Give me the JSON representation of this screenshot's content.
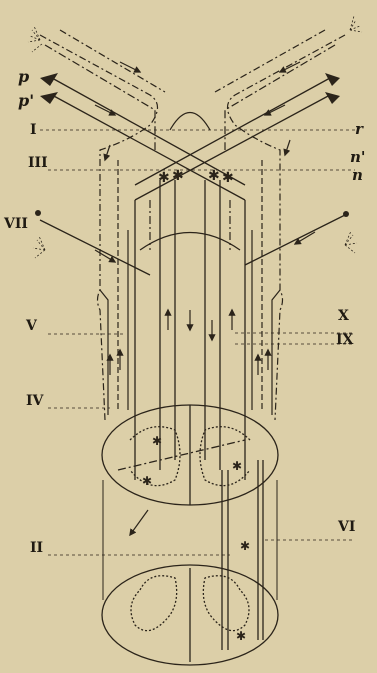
{
  "figure": {
    "background": "#dccfa8",
    "ink": "#2b241a",
    "labels_left": {
      "p": "p",
      "p_prime": "p'",
      "I": "I",
      "III": "III",
      "VII": "VII",
      "V": "V",
      "IV": "IV",
      "II": "II"
    },
    "labels_right": {
      "r": "r",
      "n_prime": "n'",
      "n": "n",
      "X": "X",
      "IX": "IX",
      "VI": "VI"
    }
  }
}
